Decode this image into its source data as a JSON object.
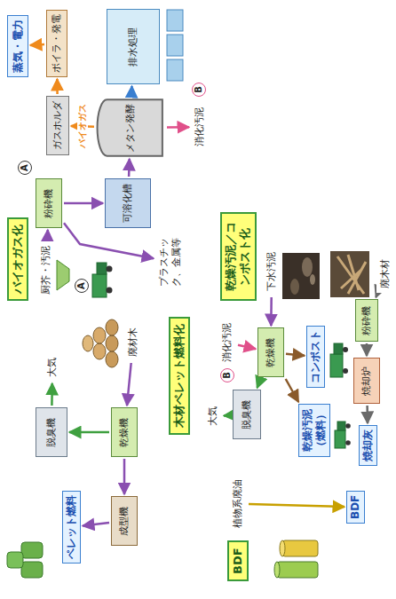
{
  "diagram": {
    "nodes": [
      {
        "text": [
          "バイオガス化"
        ]
      },
      {
        "text": [
          "厨芥・汚泥"
        ]
      },
      {
        "text": [
          "粉砕機"
        ]
      },
      {
        "text": [
          "可溶化槽"
        ]
      },
      {
        "text": [
          "メタン発酵"
        ]
      },
      {
        "text": [
          "ガスホルダ"
        ]
      },
      {
        "text": [
          "ボイラ・発電"
        ]
      },
      {
        "text": [
          "蒸気・電力"
        ]
      },
      {
        "text": [
          "排水処理"
        ]
      },
      {
        "text": [
          "消化汚泥"
        ]
      },
      {
        "text": [
          "プラスチック、金属等"
        ]
      },
      {
        "text": [
          "乾燥汚泥／コンポスト化"
        ]
      },
      {
        "text": [
          "下水汚泥"
        ]
      },
      {
        "text": [
          "消化汚泥"
        ]
      },
      {
        "text": [
          "乾燥機"
        ]
      },
      {
        "text": [
          "脱臭機"
        ]
      },
      {
        "text": [
          "大気"
        ]
      },
      {
        "text": [
          "焼却炉"
        ]
      },
      {
        "text": [
          "粉砕機"
        ]
      },
      {
        "text": [
          "廃木材"
        ]
      },
      {
        "text": [
          "焼却灰"
        ]
      },
      {
        "text": [
          "コンポスト"
        ]
      },
      {
        "text": [
          "乾燥汚泥（燃料）"
        ]
      },
      {
        "text": [
          "木材ペレット燃料化"
        ]
      },
      {
        "text": [
          "廃材木"
        ]
      },
      {
        "text": [
          "乾燥機"
        ]
      },
      {
        "text": [
          "成型機"
        ]
      },
      {
        "text": [
          "ペレット燃料"
        ]
      },
      {
        "text": [
          "脱臭機"
        ]
      },
      {
        "text": [
          "大気"
        ]
      },
      {
        "text": [
          "植物系廃油"
        ]
      },
      {
        "text": [
          "BDF"
        ]
      },
      {
        "text": [
          "BDF"
        ]
      }
    ],
    "edges": [
      {
        "from": 1,
        "to": 2,
        "arrow": "to"
      },
      {
        "from": 2,
        "to": 3,
        "arrow": "to"
      },
      {
        "from": 3,
        "to": 4,
        "arrow": "to"
      },
      {
        "from": 4,
        "to": 5,
        "label": "バイオガス",
        "arrow": "to"
      },
      {
        "from": 5,
        "to": 6,
        "arrow": "to"
      },
      {
        "from": 6,
        "to": 7,
        "arrow": "to"
      },
      {
        "from": 4,
        "to": 8,
        "arrow": "to"
      },
      {
        "from": 4,
        "to": 9,
        "arrow": "to"
      },
      {
        "from": 2,
        "to": 10,
        "arrow": "to"
      },
      {
        "from": 12,
        "to": 14,
        "arrow": "to"
      },
      {
        "from": 13,
        "to": 14,
        "arrow": "to"
      },
      {
        "from": 14,
        "to": 15,
        "arrow": "to"
      },
      {
        "from": 15,
        "to": 16,
        "arrow": "to"
      },
      {
        "from": 14,
        "to": 21,
        "arrow": "to"
      },
      {
        "from": 14,
        "to": 22,
        "arrow": "to"
      },
      {
        "from": 19,
        "to": 18,
        "arrow": "to"
      },
      {
        "from": 18,
        "to": 17,
        "arrow": "to"
      },
      {
        "from": 17,
        "to": 20,
        "arrow": "to"
      },
      {
        "from": 24,
        "to": 25,
        "arrow": "to"
      },
      {
        "from": 25,
        "to": 26,
        "arrow": "to"
      },
      {
        "from": 26,
        "to": 27,
        "arrow": "to"
      },
      {
        "from": 25,
        "to": 28,
        "arrow": "to"
      },
      {
        "from": 28,
        "to": 29,
        "arrow": "to"
      },
      {
        "from": 30,
        "to": 32,
        "arrow": "to"
      }
    ],
    "labels": [
      "A",
      "A",
      "B",
      "B"
    ]
  }
}
